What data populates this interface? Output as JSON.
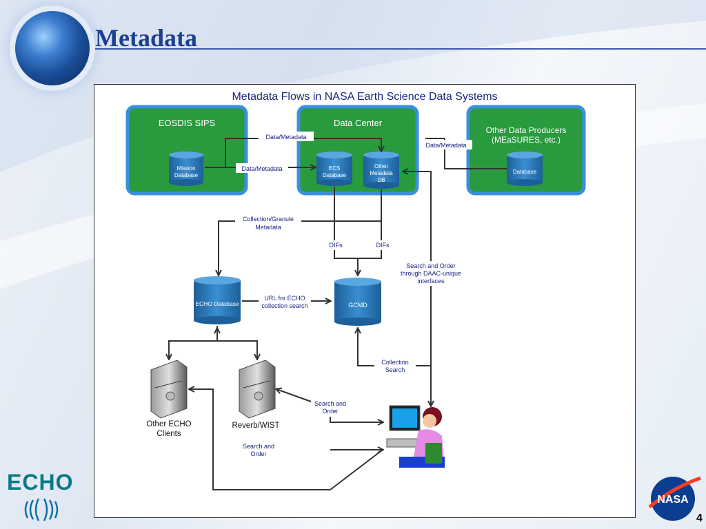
{
  "slide": {
    "title": "Metadata",
    "page_number": "4",
    "logo_left_text": "ECHO",
    "logo_right_text": "NASA"
  },
  "diagram": {
    "title": "Metadata Flows in NASA Earth Science Data Systems",
    "boxes": {
      "eosdis": "EOSDIS SIPS",
      "data_center": "Data Center",
      "other_producers_line1": "Other Data Producers",
      "other_producers_line2": "(MEaSURES, etc.)"
    },
    "databases": {
      "mission_line1": "Mission",
      "mission_line2": "Database",
      "ecs_line1": "ECS",
      "ecs_line2": "Database",
      "other_meta_line1": "Other",
      "other_meta_line2": "Metadata",
      "other_meta_line3": "DB",
      "producer_db": "Database",
      "echo_db": "ECHO Database",
      "gcmd": "GCMD"
    },
    "labels": {
      "data_metadata_top": "Data/Metadata",
      "data_metadata_mid": "Data/Metadata",
      "data_metadata_right": "Data/Metadata",
      "collection_granule_line1": "Collection/Granule",
      "collection_granule_line2": "Metadata",
      "difs_left": "DIFs",
      "difs_right": "DIFs",
      "search_order_daac_line1": "Search and Order",
      "search_order_daac_line2": "through DAAC-unique",
      "search_order_daac_line3": "interfaces",
      "url_echo_line1": "URL for ECHO",
      "url_echo_line2": "collection search",
      "collection_search_line1": "Collection",
      "collection_search_line2": "Search",
      "search_order_upper_line1": "Search and",
      "search_order_upper_line2": "Order",
      "search_order_lower_line1": "Search and",
      "search_order_lower_line2": "Order"
    },
    "clients": {
      "other_echo_line1": "Other ECHO",
      "other_echo_line2": "Clients",
      "reverb": "Reverb/WIST"
    },
    "colors": {
      "box_green": "#2a9a3e",
      "box_border": "#3a8fe0",
      "db_blue": "#2b79b8",
      "label_text": "#1a237e"
    }
  }
}
